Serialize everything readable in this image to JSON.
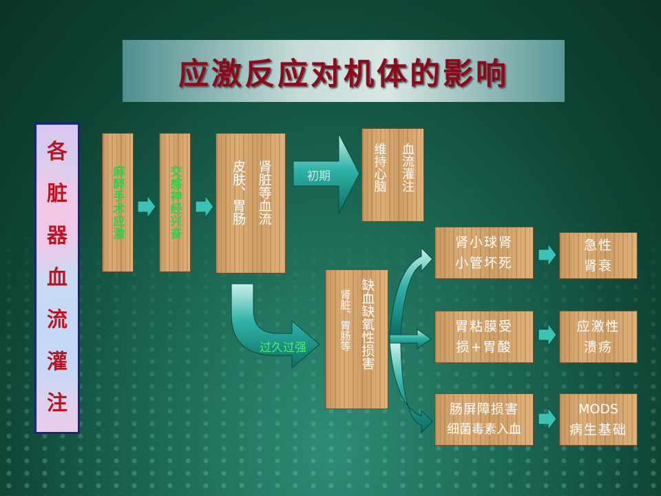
{
  "title": "应激反应对机体的影响",
  "left_label": [
    "各",
    "脏",
    "器",
    "血",
    "流",
    "灌",
    "注"
  ],
  "box1": "麻醉手术应激",
  "box2": "交感神经兴奋",
  "box3": {
    "col1": "肾脏等血流",
    "col2": "皮肤、胃肠"
  },
  "box_early": {
    "col1": "血流灌注",
    "col2": "维持心脑"
  },
  "label_early": "初期",
  "label_prolonged": "过久过强",
  "box_ischemia": {
    "col1": "缺血缺氧性损害",
    "col2": "肾脏、胃肠等"
  },
  "out1": {
    "line1": "肾小球肾",
    "line2": "小管坏死"
  },
  "res1": {
    "line1": "急性",
    "line2": "肾衰"
  },
  "out2": {
    "line1": "胃粘膜受",
    "line2": "损+胃酸"
  },
  "res2": {
    "line1": "应激性",
    "line2": "溃疡"
  },
  "out3": {
    "line1": "肠屏障损害",
    "line2": "细菌毒素入血"
  },
  "res3": {
    "line1": "MODS",
    "line2": "病生基础"
  },
  "colors": {
    "title_text": "#8b0a1c",
    "left_text": "#c1121f",
    "green_text": "#2bd34b",
    "arrow_fill": "#1fa59a"
  }
}
